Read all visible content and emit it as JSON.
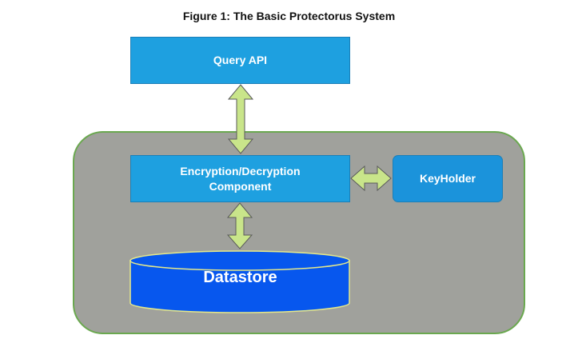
{
  "title": "Figure 1: The Basic Protectorus System",
  "nodes": {
    "query_api": "Query API",
    "encryption_line1": "Encryption/Decryption",
    "encryption_line2": "Component",
    "keyholder": "KeyHolder",
    "datastore": "Datastore"
  },
  "edges": [
    {
      "from": "Query API",
      "to": "Encryption/Decryption Component",
      "type": "bidirectional"
    },
    {
      "from": "Encryption/Decryption Component",
      "to": "KeyHolder",
      "type": "bidirectional"
    },
    {
      "from": "Encryption/Decryption Component",
      "to": "Datastore",
      "type": "bidirectional"
    }
  ],
  "colors": {
    "box_blue": "#1ea0e0",
    "datastore_blue": "#0757ee",
    "container_gray": "#a0a19c",
    "container_border": "#6aa84f",
    "arrow_fill": "#c9e58a"
  }
}
